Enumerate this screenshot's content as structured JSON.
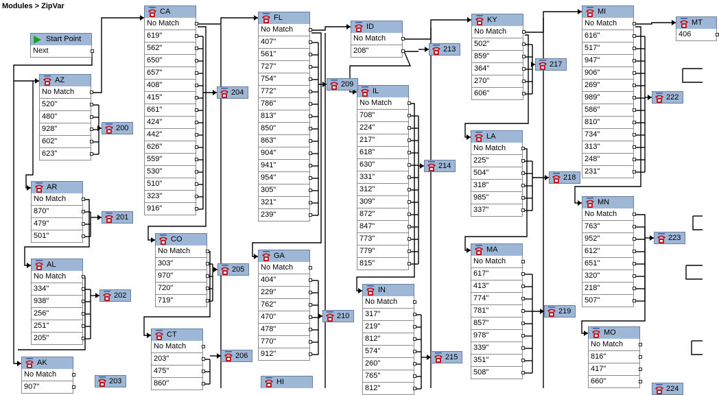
{
  "breadcrumb": "Modules > ZipVar",
  "start": {
    "label": "Start Point",
    "row": "Next"
  },
  "nodes": [
    {
      "id": "ca",
      "title": "CA",
      "rows": [
        "No Match",
        "619\"",
        "562\"",
        "650\"",
        "657\"",
        "408\"",
        "415\"",
        "661\"",
        "424\"",
        "442\"",
        "626\"",
        "559\"",
        "530\"",
        "510\"",
        "323\"",
        "916\""
      ]
    },
    {
      "id": "fl",
      "title": "FL",
      "rows": [
        "No Match",
        "407\"",
        "561\"",
        "727\"",
        "754\"",
        "772\"",
        "786\"",
        "813\"",
        "850\"",
        "863\"",
        "904\"",
        "941\"",
        "954\"",
        "305\"",
        "321\"",
        "239\""
      ]
    },
    {
      "id": "id",
      "title": "ID",
      "rows": [
        "No Match",
        "208\""
      ]
    },
    {
      "id": "ky",
      "title": "KY",
      "rows": [
        "No Match",
        "502\"",
        "859\"",
        "364\"",
        "270\"",
        "606\""
      ]
    },
    {
      "id": "mi",
      "title": "MI",
      "rows": [
        "No Match",
        "616\"",
        "517\"",
        "947\"",
        "906\"",
        "269\"",
        "989\"",
        "586\"",
        "810\"",
        "734\"",
        "313\"",
        "248\"",
        "231\""
      ]
    },
    {
      "id": "mt",
      "title": "MT",
      "rows": [
        "406"
      ]
    },
    {
      "id": "az",
      "title": "AZ",
      "rows": [
        "No Match",
        "520\"",
        "480\"",
        "928\"",
        "602\"",
        "623\""
      ]
    },
    {
      "id": "il",
      "title": "IL",
      "rows": [
        "No Match",
        "708\"",
        "224\"",
        "217\"",
        "618\"",
        "630\"",
        "331\"",
        "312\"",
        "309\"",
        "872\"",
        "847\"",
        "773\"",
        "779\"",
        "815\""
      ]
    },
    {
      "id": "la",
      "title": "LA",
      "rows": [
        "No Match",
        "225\"",
        "504\"",
        "318\"",
        "985\"",
        "337\""
      ]
    },
    {
      "id": "ar",
      "title": "AR",
      "rows": [
        "No Match",
        "870\"",
        "479\"",
        "501\""
      ]
    },
    {
      "id": "co",
      "title": "CO",
      "rows": [
        "No Match",
        "303\"",
        "970\"",
        "720\"",
        "719\""
      ]
    },
    {
      "id": "mn",
      "title": "MN",
      "rows": [
        "No Match",
        "763\"",
        "952\"",
        "612\"",
        "651\"",
        "320\"",
        "218\"",
        "507\""
      ]
    },
    {
      "id": "ga",
      "title": "GA",
      "rows": [
        "No Match",
        "404\"",
        "229\"",
        "762\"",
        "470\"",
        "478\"",
        "770\"",
        "912\""
      ]
    },
    {
      "id": "ma",
      "title": "MA",
      "rows": [
        "No Match",
        "617\"",
        "413\"",
        "774\"",
        "781\"",
        "857\"",
        "978\"",
        "339\"",
        "351\"",
        "508\""
      ]
    },
    {
      "id": "al",
      "title": "AL",
      "rows": [
        "No Match",
        "334\"",
        "938\"",
        "256\"",
        "251\"",
        "205\""
      ]
    },
    {
      "id": "in",
      "title": "IN",
      "rows": [
        "No Match",
        "317\"",
        "219\"",
        "812\"",
        "574\"",
        "260\"",
        "765\"",
        "812\""
      ]
    },
    {
      "id": "ct",
      "title": "CT",
      "rows": [
        "No Match",
        "203\"",
        "475\"",
        "860\""
      ]
    },
    {
      "id": "mo",
      "title": "MO",
      "rows": [
        "No Match",
        "816\"",
        "417\"",
        "660\""
      ]
    },
    {
      "id": "ak",
      "title": "AK",
      "rows": [
        "No Match",
        "907\""
      ]
    },
    {
      "id": "hi",
      "title": "HI",
      "rows": []
    }
  ],
  "boxes": [
    "200",
    "201",
    "202",
    "203",
    "204",
    "205",
    "206",
    "209",
    "210",
    "213",
    "214",
    "215",
    "217",
    "218",
    "219",
    "222",
    "223",
    "224"
  ],
  "colors": {
    "header": "#9fb7d6",
    "border": "#6a7f9c",
    "wire": "#000000",
    "start_icon": "#1aa31a",
    "phone_icon": "#c4161c"
  }
}
